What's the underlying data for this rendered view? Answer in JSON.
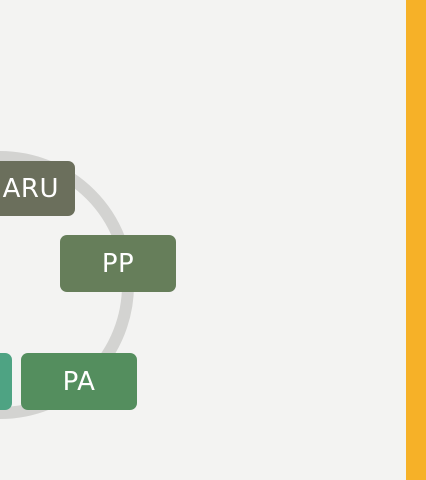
{
  "diagram": {
    "nodes": [
      {
        "id": "aru",
        "label": "ARU",
        "color": "#6b6f5c"
      },
      {
        "id": "pp",
        "label": "PP",
        "color": "#667e5a"
      },
      {
        "id": "pa",
        "label": "PA",
        "color": "#548e5e"
      },
      {
        "id": "edge",
        "label": "",
        "color": "#4ea383"
      }
    ],
    "ring_color": "#d3d3d1",
    "background": "#f3f3f2",
    "accent_color": "#f6b128"
  }
}
